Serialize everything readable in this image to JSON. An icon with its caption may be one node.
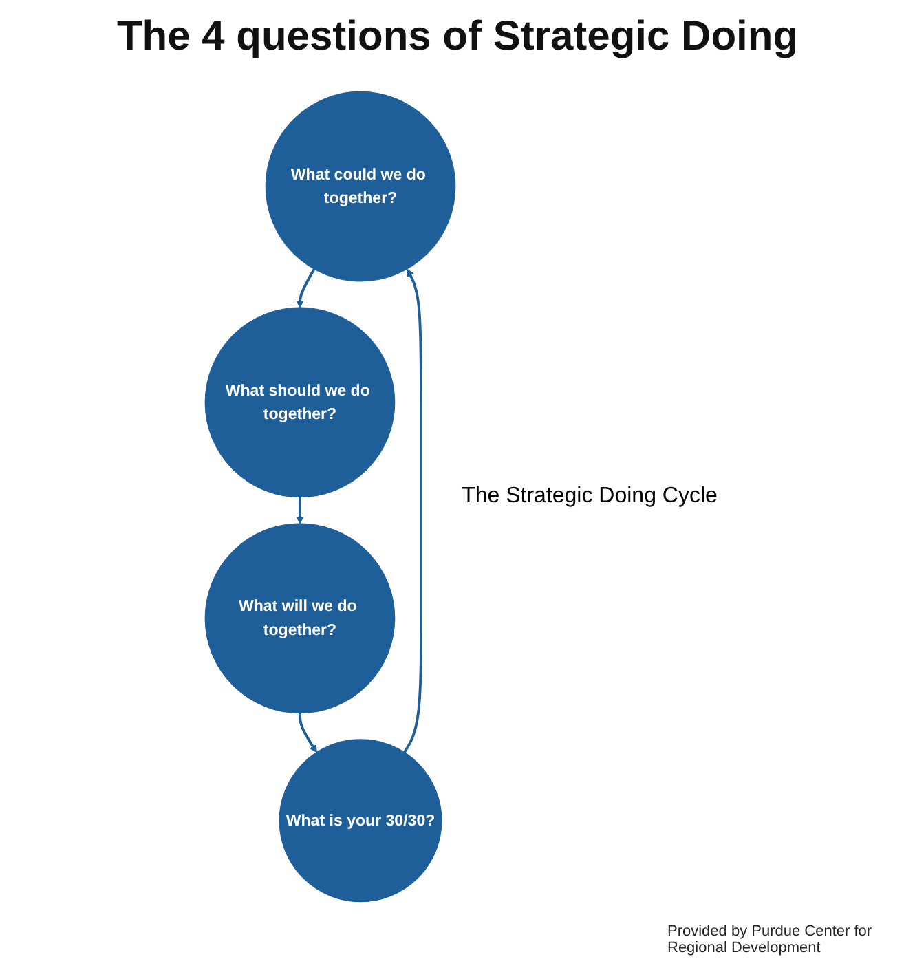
{
  "diagram": {
    "title": "The 4 questions of Strategic Doing",
    "nodes": [
      {
        "text": [
          "What could we do together?"
        ]
      },
      {
        "text": [
          "What should we do together?"
        ]
      },
      {
        "text": [
          "What will we do together?"
        ]
      },
      {
        "text": [
          "What is your 30/30?"
        ]
      }
    ],
    "edges": [
      {
        "from": 0,
        "to": 1,
        "arrow": "to"
      },
      {
        "from": 1,
        "to": 2,
        "arrow": "to"
      },
      {
        "from": 2,
        "to": 3,
        "arrow": "to"
      },
      {
        "from": 3,
        "to": 0,
        "arrow": "to"
      }
    ],
    "labels": [
      "The Strategic Doing Cycle",
      "Provided by Purdue Center for Regional Development"
    ]
  }
}
